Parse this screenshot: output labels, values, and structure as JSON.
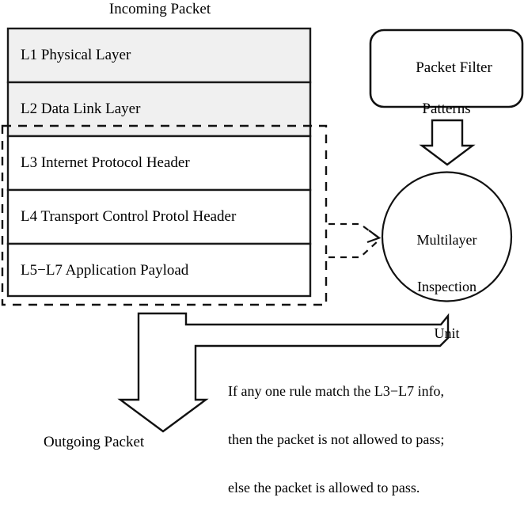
{
  "diagram": {
    "title_top": "Incoming Packet",
    "title_bottom": "Outgoing Packet",
    "packet_stack": {
      "name": "incoming-packet-layer-stack",
      "shaded_fill": "#f0f0f0",
      "plain_fill": "#ffffff",
      "stroke": "#1a1a1a",
      "layers": [
        {
          "id": "l1",
          "label": "L1 Physical Layer",
          "shaded": true
        },
        {
          "id": "l2",
          "label": "L2 Data Link Layer",
          "shaded": true
        },
        {
          "id": "l3",
          "label": "L3 Internet Protocol Header",
          "shaded": false
        },
        {
          "id": "l4",
          "label": "L4 Transport Control Protol Header",
          "shaded": false
        },
        {
          "id": "l5",
          "label": "L5−L7 Application Payload",
          "shaded": false
        }
      ]
    },
    "dashed_region": {
      "name": "inspected-layers-dashed-boundary",
      "note": "dashed rectangle enclosing L3 through L5-L7"
    },
    "filter_box": {
      "line1": "Packet Filter",
      "line2": "Patterns"
    },
    "inspection_unit": {
      "line1": "Multilayer",
      "line2": "Inspection",
      "line3": "Unit"
    },
    "rule_caption": {
      "line1": "If any one rule match the L3−L7 info,",
      "line2": "then the packet is not allowed to pass;",
      "line3": "else the packet is allowed to pass."
    },
    "arrows": [
      {
        "name": "filter-to-unit-arrow",
        "style": "block",
        "direction": "down"
      },
      {
        "name": "packet-to-unit-dashed-arrow-upper",
        "style": "dashed",
        "direction": "right"
      },
      {
        "name": "packet-to-unit-dashed-arrow-lower",
        "style": "dashed",
        "direction": "right"
      },
      {
        "name": "unit-to-outgoing-bent-arrow",
        "style": "block-bent",
        "direction": "left-then-down"
      }
    ]
  }
}
